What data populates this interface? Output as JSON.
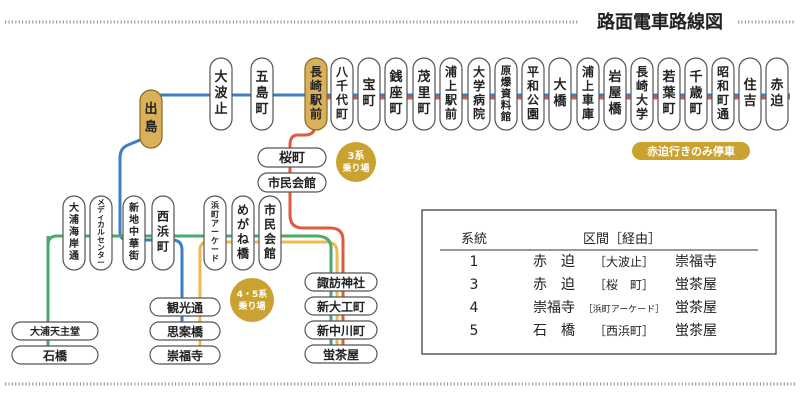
{
  "title": "路面電車路線図",
  "colors": {
    "line1": "#3a7fc8",
    "line3": "#e05a3c",
    "line4": "#f2b84b",
    "line5": "#4aaa6a",
    "gold": "#c9a230",
    "station_highlight": "#d9b15a",
    "dots": "#9a9a9a"
  },
  "top_stations": [
    "大波止",
    "五島町",
    "長崎駅前",
    "八千代町",
    "宝町",
    "銭座町",
    "茂里町",
    "浦上駅前",
    "大学病院",
    "原爆資料館",
    "平和公園",
    "大橋",
    "浦上車庫",
    "岩屋橋",
    "長崎大学",
    "若葉町",
    "千歳町",
    "昭和町通",
    "住吉",
    "赤迫"
  ],
  "dejima": "出島",
  "note_akasako": "赤迫行きのみ停車",
  "sakuramachi": "桜町",
  "shiminkaikan": "市民会館",
  "badge_3": "3系乗り場",
  "badge_45": "4・5系乗り場",
  "west_stations": [
    "大浦海岸通",
    "メディカルセンター",
    "新地中華街",
    "西浜町"
  ],
  "mid_stations": [
    "浜町アーケード",
    "めがね橋",
    "市民会館"
  ],
  "kanko": "観光通",
  "shian": "思案橋",
  "sofukuji": "崇福寺",
  "oura_tenshudo": "大浦天主堂",
  "ishibashi": "石橋",
  "south_stations": [
    "諏訪神社",
    "新大工町",
    "新中川町",
    "蛍茶屋"
  ],
  "legend": {
    "header_no": "系統",
    "header_route": "区間［経由］",
    "rows": [
      {
        "no": "1",
        "from": "赤　迫",
        "via": "［大波止］",
        "to": "崇福寺",
        "color": "#3a7fc8"
      },
      {
        "no": "3",
        "from": "赤　迫",
        "via": "［桜　町］",
        "to": "蛍茶屋",
        "color": "#e05a3c"
      },
      {
        "no": "4",
        "from": "崇福寺",
        "via": "［浜町アーケード］",
        "to": "蛍茶屋",
        "color": "#f2b84b"
      },
      {
        "no": "5",
        "from": "石　橋",
        "via": "［西浜町］",
        "to": "蛍茶屋",
        "color": "#4aaa6a"
      }
    ]
  }
}
